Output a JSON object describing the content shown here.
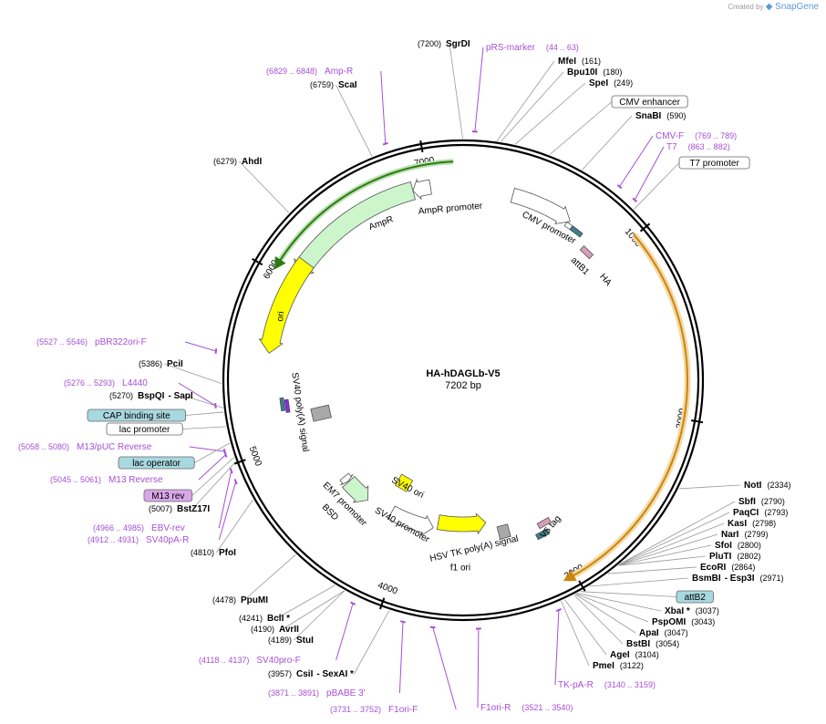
{
  "credit": {
    "prefix": "Created by",
    "brand": "SnapGene"
  },
  "plasmid": {
    "name": "HA-hDAGLb-V5",
    "length": "7202 bp"
  },
  "ticks": [
    "1000",
    "2000",
    "3000",
    "4000",
    "5000",
    "6000",
    "7000"
  ],
  "features": [
    {
      "label": "AmpR",
      "color": "#ccf5cc"
    },
    {
      "label": "AmpR promoter",
      "color": "#ffffff"
    },
    {
      "label": "CMV promoter",
      "color": "#ffffff"
    },
    {
      "label": "attB1",
      "color": "#3d7e8c"
    },
    {
      "label": "HA",
      "color": "#d4a0b8"
    },
    {
      "label": "ori",
      "color": "#ffff00"
    },
    {
      "label": "SV40 poly(A) signal",
      "color": "#a8a8a8"
    },
    {
      "label": "EM7 promoter",
      "color": "#ffffff"
    },
    {
      "label": "BSD",
      "color": "#ccf5cc"
    },
    {
      "label": "SV40 promoter",
      "color": "#ffffff"
    },
    {
      "label": "SV40 ori",
      "color": "#ffff00"
    },
    {
      "label": "HSV TK poly(A) signal",
      "color": "#a8a8a8"
    },
    {
      "label": "f1 ori",
      "color": "#ffff00"
    },
    {
      "label": "V5 tag",
      "color": "#d4a0b8"
    }
  ],
  "sites": [
    {
      "pos": "(7200)",
      "name": "SgrDI"
    },
    {
      "pos": "(161)",
      "name": "MfeI"
    },
    {
      "pos": "(180)",
      "name": "Bpu10I"
    },
    {
      "pos": "(249)",
      "name": "SpeI"
    },
    {
      "pos": "(590)",
      "name": "SnaBI"
    },
    {
      "pos": "(6759)",
      "name": "ScaI"
    },
    {
      "pos": "(6279)",
      "name": "AhdI"
    },
    {
      "pos": "(5386)",
      "name": "PciI"
    },
    {
      "pos": "(5270)",
      "name": "BspQI",
      "extra": "- SapI"
    },
    {
      "pos": "(5007)",
      "name": "BstZ17I"
    },
    {
      "pos": "(4810)",
      "name": "PfoI"
    },
    {
      "pos": "(4478)",
      "name": "PpuMI"
    },
    {
      "pos": "(4241)",
      "name": "BclI *"
    },
    {
      "pos": "(4190)",
      "name": "AvrII"
    },
    {
      "pos": "(4189)",
      "name": "StuI"
    },
    {
      "pos": "(3957)",
      "name": "CsiI",
      "extra": "- SexAI *"
    },
    {
      "pos": "(2334)",
      "name": "NotI"
    },
    {
      "pos": "(2790)",
      "name": "SbfI"
    },
    {
      "pos": "(2793)",
      "name": "PaqCI"
    },
    {
      "pos": "(2798)",
      "name": "KasI"
    },
    {
      "pos": "(2799)",
      "name": "NarI"
    },
    {
      "pos": "(2800)",
      "name": "SfoI"
    },
    {
      "pos": "(2802)",
      "name": "PluTI"
    },
    {
      "pos": "(2864)",
      "name": "EcoRI"
    },
    {
      "pos": "(2971)",
      "name": "BsmBI",
      "extra": "- Esp3I"
    },
    {
      "pos": "(3037)",
      "name": "XbaI *"
    },
    {
      "pos": "(3043)",
      "name": "PspOMI"
    },
    {
      "pos": "(3047)",
      "name": "ApaI"
    },
    {
      "pos": "(3054)",
      "name": "BstBI"
    },
    {
      "pos": "(3104)",
      "name": "AgeI"
    },
    {
      "pos": "(3122)",
      "name": "PmeI"
    }
  ],
  "primers": [
    {
      "name": "pRS-marker",
      "range": "(44 .. 63)"
    },
    {
      "name": "Amp-R",
      "range": "(6829 .. 6848)"
    },
    {
      "name": "CMV-F",
      "range": "(769 .. 789)"
    },
    {
      "name": "T7",
      "range": "(863 .. 882)"
    },
    {
      "name": "pBR322ori-F",
      "range": "(5527 .. 5546)"
    },
    {
      "name": "L4440",
      "range": "(5276 .. 5293)"
    },
    {
      "name": "M13/pUC Reverse",
      "range": "(5058 .. 5080)"
    },
    {
      "name": "M13 Reverse",
      "range": "(5045 .. 5061)"
    },
    {
      "name": "EBV-rev",
      "range": "(4966 .. 4985)"
    },
    {
      "name": "SV40pA-R",
      "range": "(4912 .. 4931)"
    },
    {
      "name": "SV40pro-F",
      "range": "(4118 .. 4137)"
    },
    {
      "name": "pBABE 3'",
      "range": "(3871 .. 3891)"
    },
    {
      "name": "F1ori-F",
      "range": "(3731 .. 3752)"
    },
    {
      "name": "F1ori-R",
      "range": "(3521 .. 3540)"
    },
    {
      "name": "TK-pA-R",
      "range": "(3140 .. 3159)"
    }
  ],
  "boxed": [
    {
      "name": "CMV enhancer",
      "fill": "#ffffff"
    },
    {
      "name": "T7 promoter",
      "fill": "#ffffff"
    },
    {
      "name": "CAP binding site",
      "fill": "#a8d8e0"
    },
    {
      "name": "lac promoter",
      "fill": "#ffffff"
    },
    {
      "name": "lac operator",
      "fill": "#a8d8e0"
    },
    {
      "name": "M13 rev",
      "fill": "#d9a8e8"
    },
    {
      "name": "attB2",
      "fill": "#a8d8e0"
    }
  ]
}
